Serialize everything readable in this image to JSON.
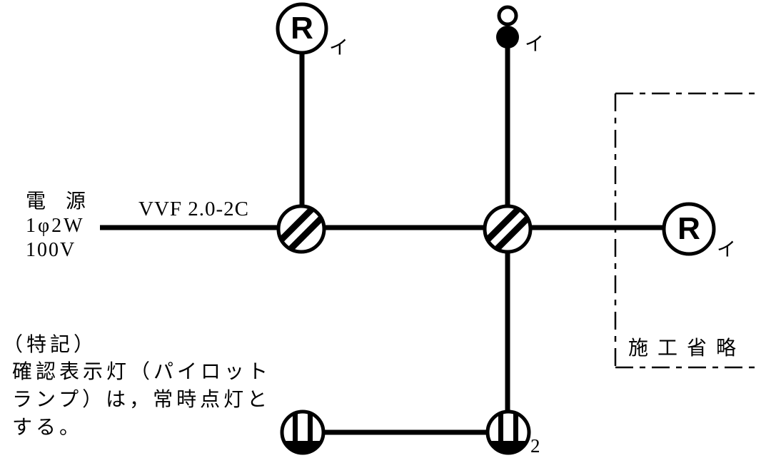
{
  "power": {
    "name": "電　源",
    "phase": "1φ2W",
    "voltage": "100V"
  },
  "cable": {
    "label": "VVF 2.0-2C"
  },
  "devices": {
    "lamp_receptacle_top": {
      "symbol": "R",
      "mark": "イ"
    },
    "pilot_lamp_switch": {
      "mark": "イ"
    },
    "lamp_receptacle_right": {
      "symbol": "R",
      "mark": "イ"
    },
    "outlet_right": {
      "count_label": "2"
    }
  },
  "omission": {
    "label": "施工省略"
  },
  "note": {
    "lines": [
      "（特記）",
      "確認表示灯（パイロット",
      "ランプ）は，常時点灯と",
      "する。"
    ]
  },
  "colors": {
    "line": "#000000",
    "background": "#ffffff"
  }
}
